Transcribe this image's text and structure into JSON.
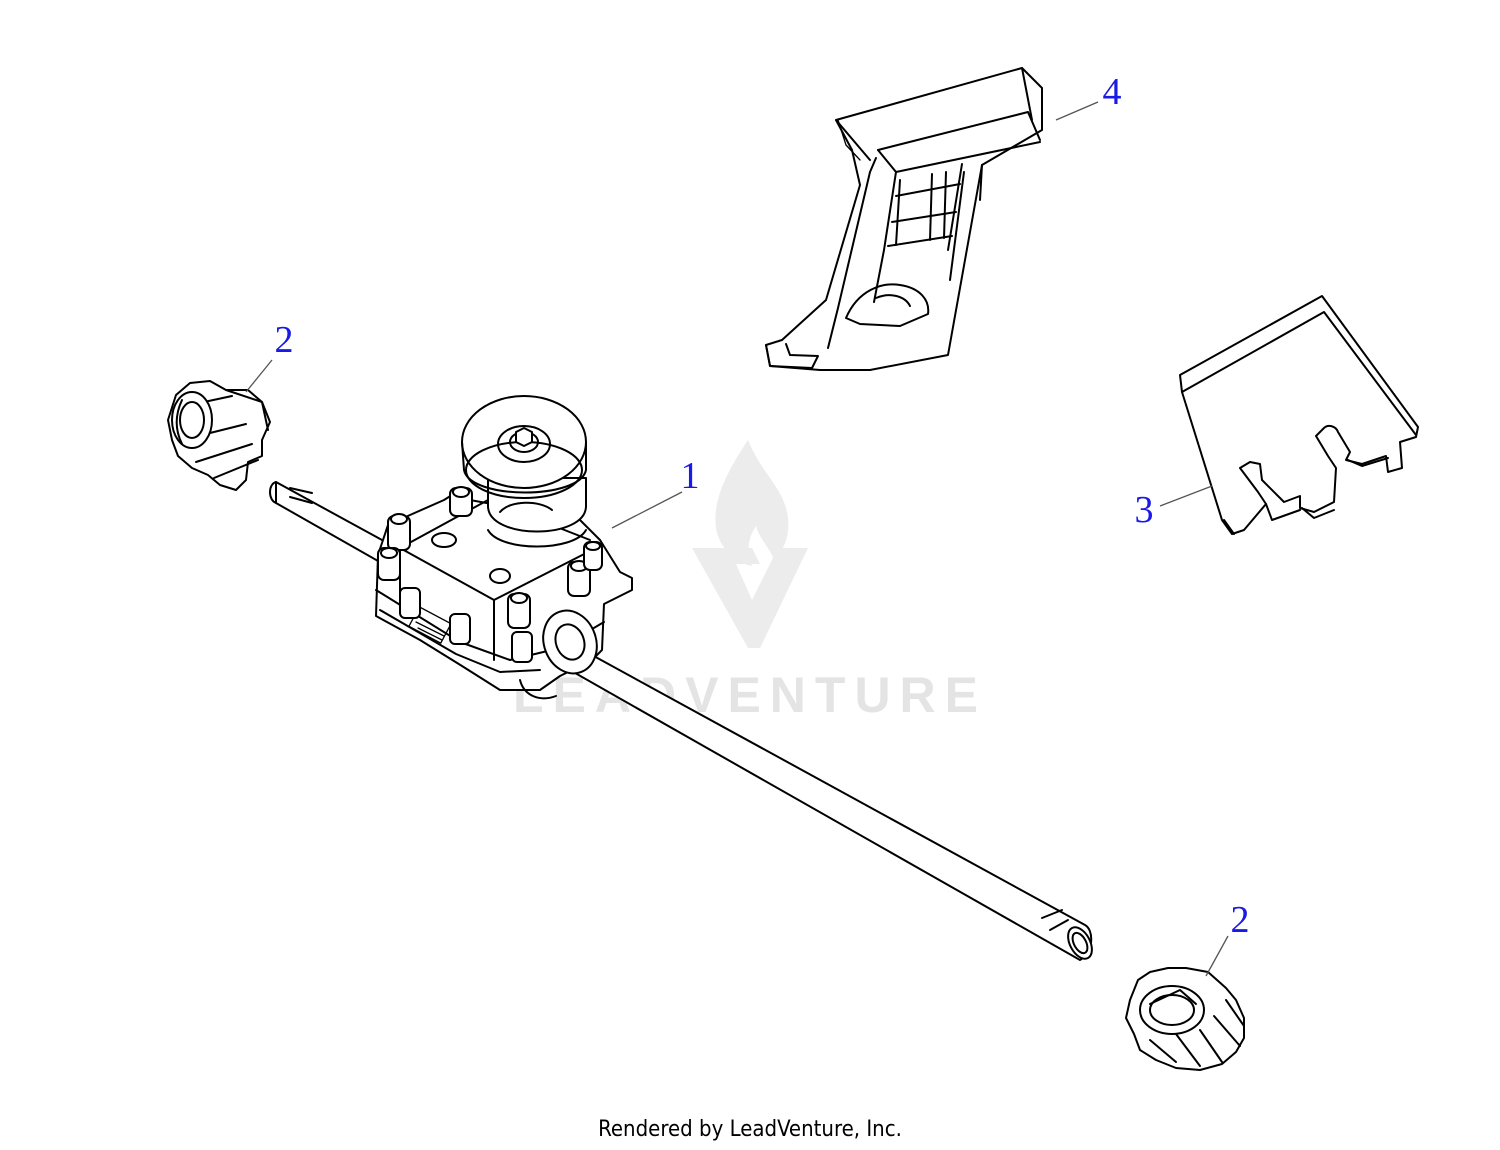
{
  "colors": {
    "callout": "#1a1ae6",
    "leader": "#555555",
    "line": "#000000",
    "watermark": "#e4e4e4"
  },
  "watermark": {
    "text": "LEADVENTURE",
    "icon": "flame-v-logo-icon"
  },
  "callouts": [
    {
      "id": "c1",
      "number": "1",
      "part": "transmission"
    },
    {
      "id": "c2a",
      "number": "2",
      "part": "drive-pinion-left"
    },
    {
      "id": "c2b",
      "number": "2",
      "part": "drive-pinion-right"
    },
    {
      "id": "c3",
      "number": "3",
      "part": "cover-plate"
    },
    {
      "id": "c4",
      "number": "4",
      "part": "bracket"
    }
  ],
  "footer": "Rendered by LeadVenture, Inc."
}
